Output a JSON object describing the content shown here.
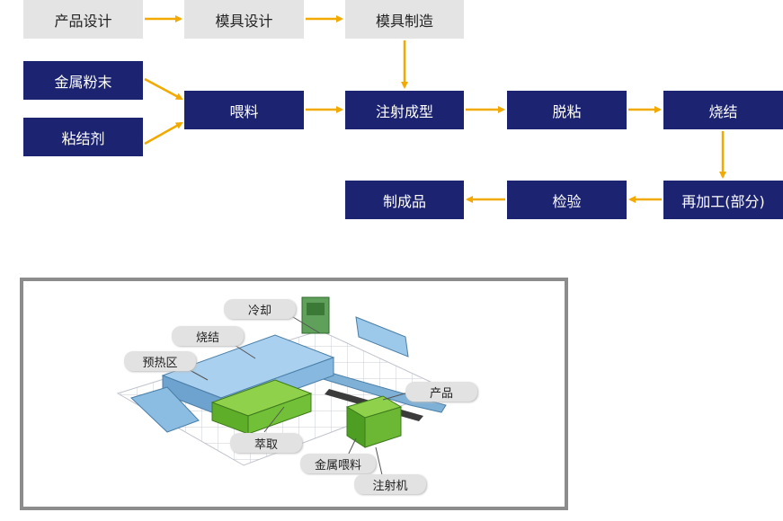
{
  "flow": {
    "product_design": "产品设计",
    "mold_design": "模具设计",
    "mold_making": "模具制造",
    "metal_powder": "金属粉末",
    "binder": "粘结剂",
    "feedstock": "喂料",
    "injection_molding": "注射成型",
    "debinding": "脱粘",
    "sintering": "烧结",
    "reprocessing": "再加工(部分)",
    "inspection": "检验",
    "finished_product": "制成品"
  },
  "plant": {
    "cooling": "冷却",
    "sintering": "烧结",
    "preheat_zone": "预热区",
    "product": "产品",
    "extraction": "萃取",
    "metal_feedstock": "金属喂料",
    "injection_machine": "注射机"
  },
  "colors": {
    "navy": "#1c2472",
    "gray_box": "#e4e4e4",
    "arrow": "#f2a900",
    "frame": "#8c8c8c"
  }
}
